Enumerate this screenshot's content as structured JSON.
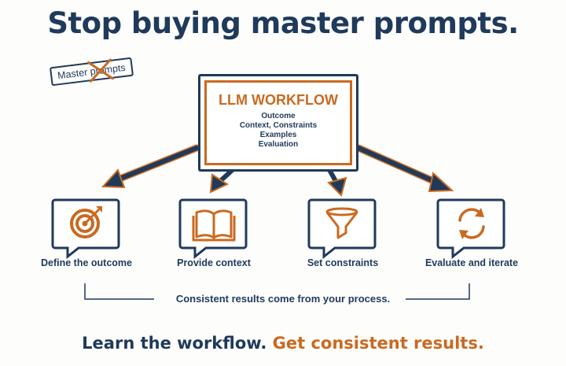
{
  "title": "Stop buying master prompts.",
  "stamp": {
    "text": "Master prompts"
  },
  "workflow": {
    "title": "LLM WORKFLOW",
    "items": [
      "Outcome",
      "Context, Constraints",
      "Examples",
      "Evaluation"
    ]
  },
  "steps": [
    {
      "label": "Define the outcome",
      "icon": "target-icon"
    },
    {
      "label": "Provide context",
      "icon": "book-icon"
    },
    {
      "label": "Set constraints",
      "icon": "funnel-icon"
    },
    {
      "label": "Evaluate and iterate",
      "icon": "refresh-icon"
    }
  ],
  "footnote": "Consistent results come from your process.",
  "tagline": {
    "part1": "Learn the workflow.",
    "part2": "Get consistent results."
  },
  "colors": {
    "navy": "#1f3a5a",
    "orange": "#c96a21"
  }
}
